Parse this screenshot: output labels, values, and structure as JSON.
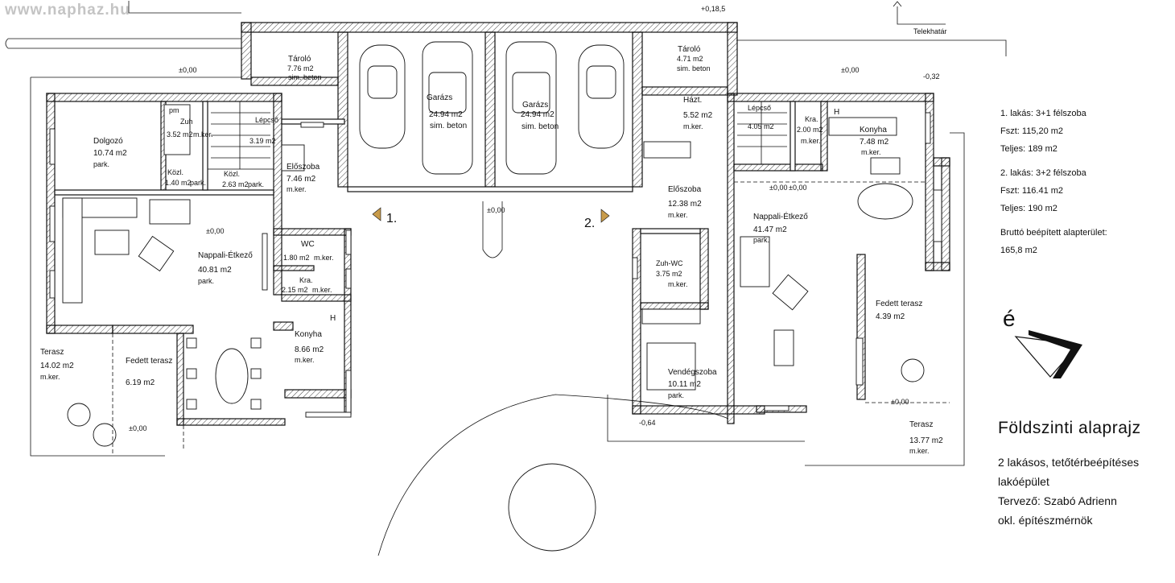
{
  "watermark": "www.naphaz.hu",
  "top_labels": {
    "level_top": "+0,18,5",
    "boundary": "Telekhatár"
  },
  "levels": {
    "l1": "±0,00",
    "l2": "±0,00",
    "l3": "±0,00",
    "l4": "±0,00",
    "l5": "±0,00",
    "l6": "±0,00",
    "l7": "±0,00",
    "l8": "-0,32",
    "l9": "-0,64",
    "l10": "±0,00"
  },
  "entrances": {
    "e1": "1.",
    "e2": "2."
  },
  "rooms": {
    "taro1": {
      "name": "Tároló",
      "area": "7.76 m2",
      "floor": "sim. beton"
    },
    "garazs1": {
      "name": "Garázs",
      "area": "24.94 m2",
      "floor": "sim. beton"
    },
    "garazs2": {
      "name": "Garázs",
      "area": "24.94 m2",
      "floor": "sim. beton"
    },
    "taro2": {
      "name": "Tároló",
      "area": "4.71 m2",
      "floor": "sim. beton"
    },
    "hazt": {
      "name": "Házt.",
      "area": "5.52 m2",
      "floor": "m.ker."
    },
    "dolgozo": {
      "name": "Dolgozó",
      "area": "10.74 m2",
      "floor": "park."
    },
    "zuh": {
      "name": "Zuh",
      "area": "3.52 m2",
      "floor": "m.ker.",
      "extra": "pm"
    },
    "lepcso1": {
      "name": "Lépcső",
      "area": "3.19 m2"
    },
    "kozl1": {
      "name": "Közl.",
      "area": "1.40 m2",
      "floor": "park."
    },
    "kozl2": {
      "name": "Közl.",
      "area": "2.63 m2",
      "floor": "park."
    },
    "eloszoba1": {
      "name": "Előszoba",
      "area": "7.46 m2",
      "floor": "m.ker."
    },
    "nappali1": {
      "name": "Nappali-Étkező",
      "area": "40.81 m2",
      "floor": "park."
    },
    "wc": {
      "name": "WC",
      "area": "1.80 m2",
      "floor": "m.ker."
    },
    "kra1": {
      "name": "Kra.",
      "area": "2.15 m2",
      "floor": "m.ker."
    },
    "konyha1": {
      "name": "Konyha",
      "area": "8.66 m2",
      "floor": "m.ker."
    },
    "terasz1": {
      "name": "Terasz",
      "area": "14.02 m2",
      "floor": "m.ker."
    },
    "fedett1": {
      "name": "Fedett terasz",
      "area": "6.19 m2"
    },
    "lepcso2": {
      "name": "Lépcső",
      "area": "4.05 m2"
    },
    "kra2": {
      "name": "Kra.",
      "area": "2.00 m2",
      "floor": "m.ker."
    },
    "konyha2": {
      "name": "Konyha",
      "area": "7.48 m2",
      "floor": "m.ker."
    },
    "eloszoba2": {
      "name": "Előszoba",
      "area": "12.38 m2",
      "floor": "m.ker."
    },
    "nappali2": {
      "name": "Nappali-Étkező",
      "area": "41.47 m2",
      "floor": "park."
    },
    "zuhwc": {
      "name": "Zuh-WC",
      "area": "3.75 m2",
      "floor": "m.ker."
    },
    "fedett2": {
      "name": "Fedett terasz",
      "area": "4.39 m2"
    },
    "vendeg": {
      "name": "Vendégszoba",
      "area": "10.11 m2",
      "floor": "park."
    },
    "terasz2": {
      "name": "Terasz",
      "area": "13.77 m2",
      "floor": "m.ker."
    }
  },
  "kitchen_mark": "H",
  "summary": {
    "l1_title": "1. lakás: 3+1 félszoba",
    "l1_fszt": "Fszt: 115,20 m2",
    "l1_teljes": "Teljes:  189 m2",
    "l2_title": "2. lakás: 3+2 félszoba",
    "l2_fszt": "Fszt: 116.41 m2",
    "l2_teljes": "Teljes:  190 m2",
    "brutto_label": "Bruttó beépített alapterület:",
    "brutto_value": "165,8 m2"
  },
  "north_label": "é",
  "title_block": {
    "title": "Földszinti alaprajz",
    "line1": "2 lakásos, tetőtérbeépítéses",
    "line2": "lakóépület",
    "line3": "Tervező: Szabó Adrienn",
    "line4": "okl. építészmérnök"
  }
}
